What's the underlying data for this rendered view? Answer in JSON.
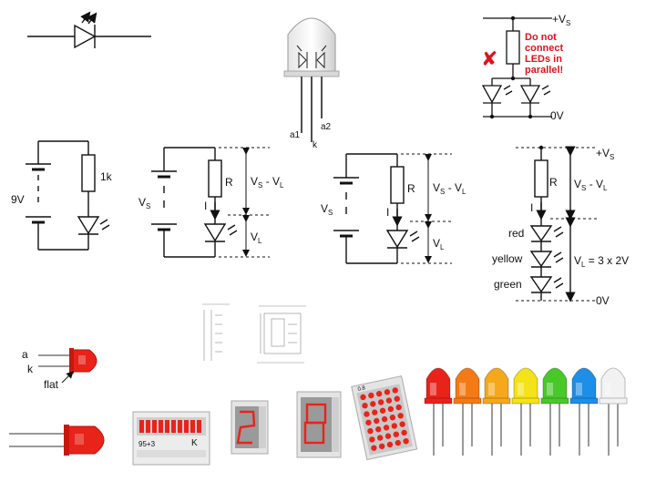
{
  "circuit_single": {
    "r_value": "1k",
    "v_value": "9V"
  },
  "circuit_general": {
    "r": "R",
    "vs": "V",
    "vs_sub": "S",
    "i": "I",
    "vsvl_a": "V",
    "vsvl_a_sub": "S",
    "vsvl_mid": " - V",
    "vsvl_b_sub": "L",
    "vl": "V",
    "vl_sub": "L"
  },
  "led_pins": {
    "a1": "a1",
    "a2": "a2",
    "k": "k"
  },
  "parallel": {
    "supply": "+V",
    "supply_sub": "S",
    "warning": [
      "Do not",
      "connect",
      "LEDs in",
      "parallel!"
    ],
    "ground": "0V",
    "cross": "✘"
  },
  "series_string": {
    "supply": "+V",
    "supply_sub": "S",
    "r": "R",
    "i": "I",
    "vsvl_a": "V",
    "vsvl_a_sub": "S",
    "vsvl_mid": " - V",
    "vsvl_b_sub": "L",
    "red": "red",
    "yellow": "yellow",
    "green": "green",
    "vl_a": "V",
    "vl_sub": "L",
    "vl_rest": " = 3 x 2V",
    "ground": "0V"
  },
  "led_side": {
    "a": "a",
    "k": "k",
    "flat": "flat"
  },
  "displays": {
    "bar_code": "95+3",
    "bar_k": "K",
    "dm_code": "0.8"
  },
  "colors": {
    "red": "#e8231a",
    "orange": "#f47a16",
    "amber": "#f6a81c",
    "yellow": "#f4e21a",
    "green": "#49c82a",
    "blue": "#1e8ee6",
    "white": "#f2f2f2",
    "warning_red": "#e0121b"
  }
}
